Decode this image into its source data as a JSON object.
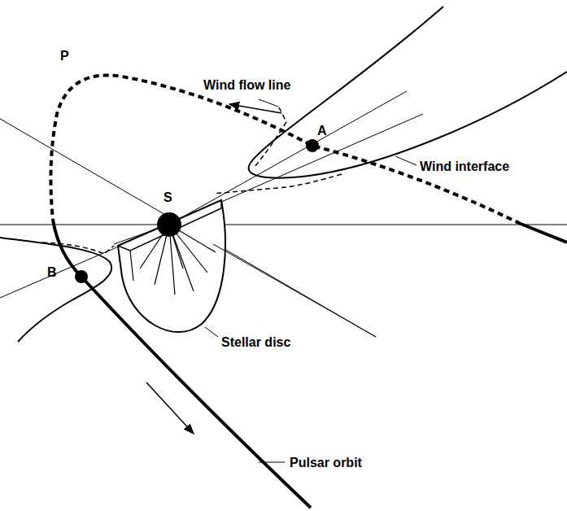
{
  "diagram": {
    "labels": [
      "Wind flow line",
      "A",
      "Wind interface",
      "P",
      "S",
      "B",
      "Stellar disc",
      "Pulsar orbit"
    ]
  }
}
